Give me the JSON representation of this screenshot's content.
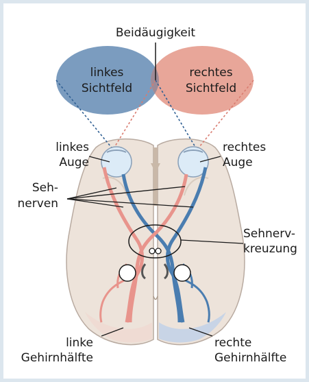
{
  "title": "Beidäugigkeit",
  "fields": {
    "left_line1": "linkes",
    "left_line2": "Sichtfeld",
    "right_line1": "rechtes",
    "right_line2": "Sichtfeld"
  },
  "labels": {
    "left_eye_line1": "linkes",
    "left_eye_line2": "Auge",
    "right_eye_line1": "rechtes",
    "right_eye_line2": "Auge",
    "nerves_line1": "Seh-",
    "nerves_line2": "nerven",
    "chiasm_line1": "Sehnerv-",
    "chiasm_line2": "kreuzung",
    "left_hemi_line1": "linke",
    "left_hemi_line2": "Gehirnhälfte",
    "right_hemi_line1": "rechte",
    "right_hemi_line2": "Gehirnhälfte"
  },
  "colors": {
    "left_field": "#7b9cbf",
    "right_field": "#e8a699",
    "overlap": "#9e8a96",
    "brain": "#ede3da",
    "brain_outline": "#b8aaa0",
    "blue_nerve": "#4a7db0",
    "red_nerve": "#e8948c",
    "eye": "#dcebf7"
  }
}
